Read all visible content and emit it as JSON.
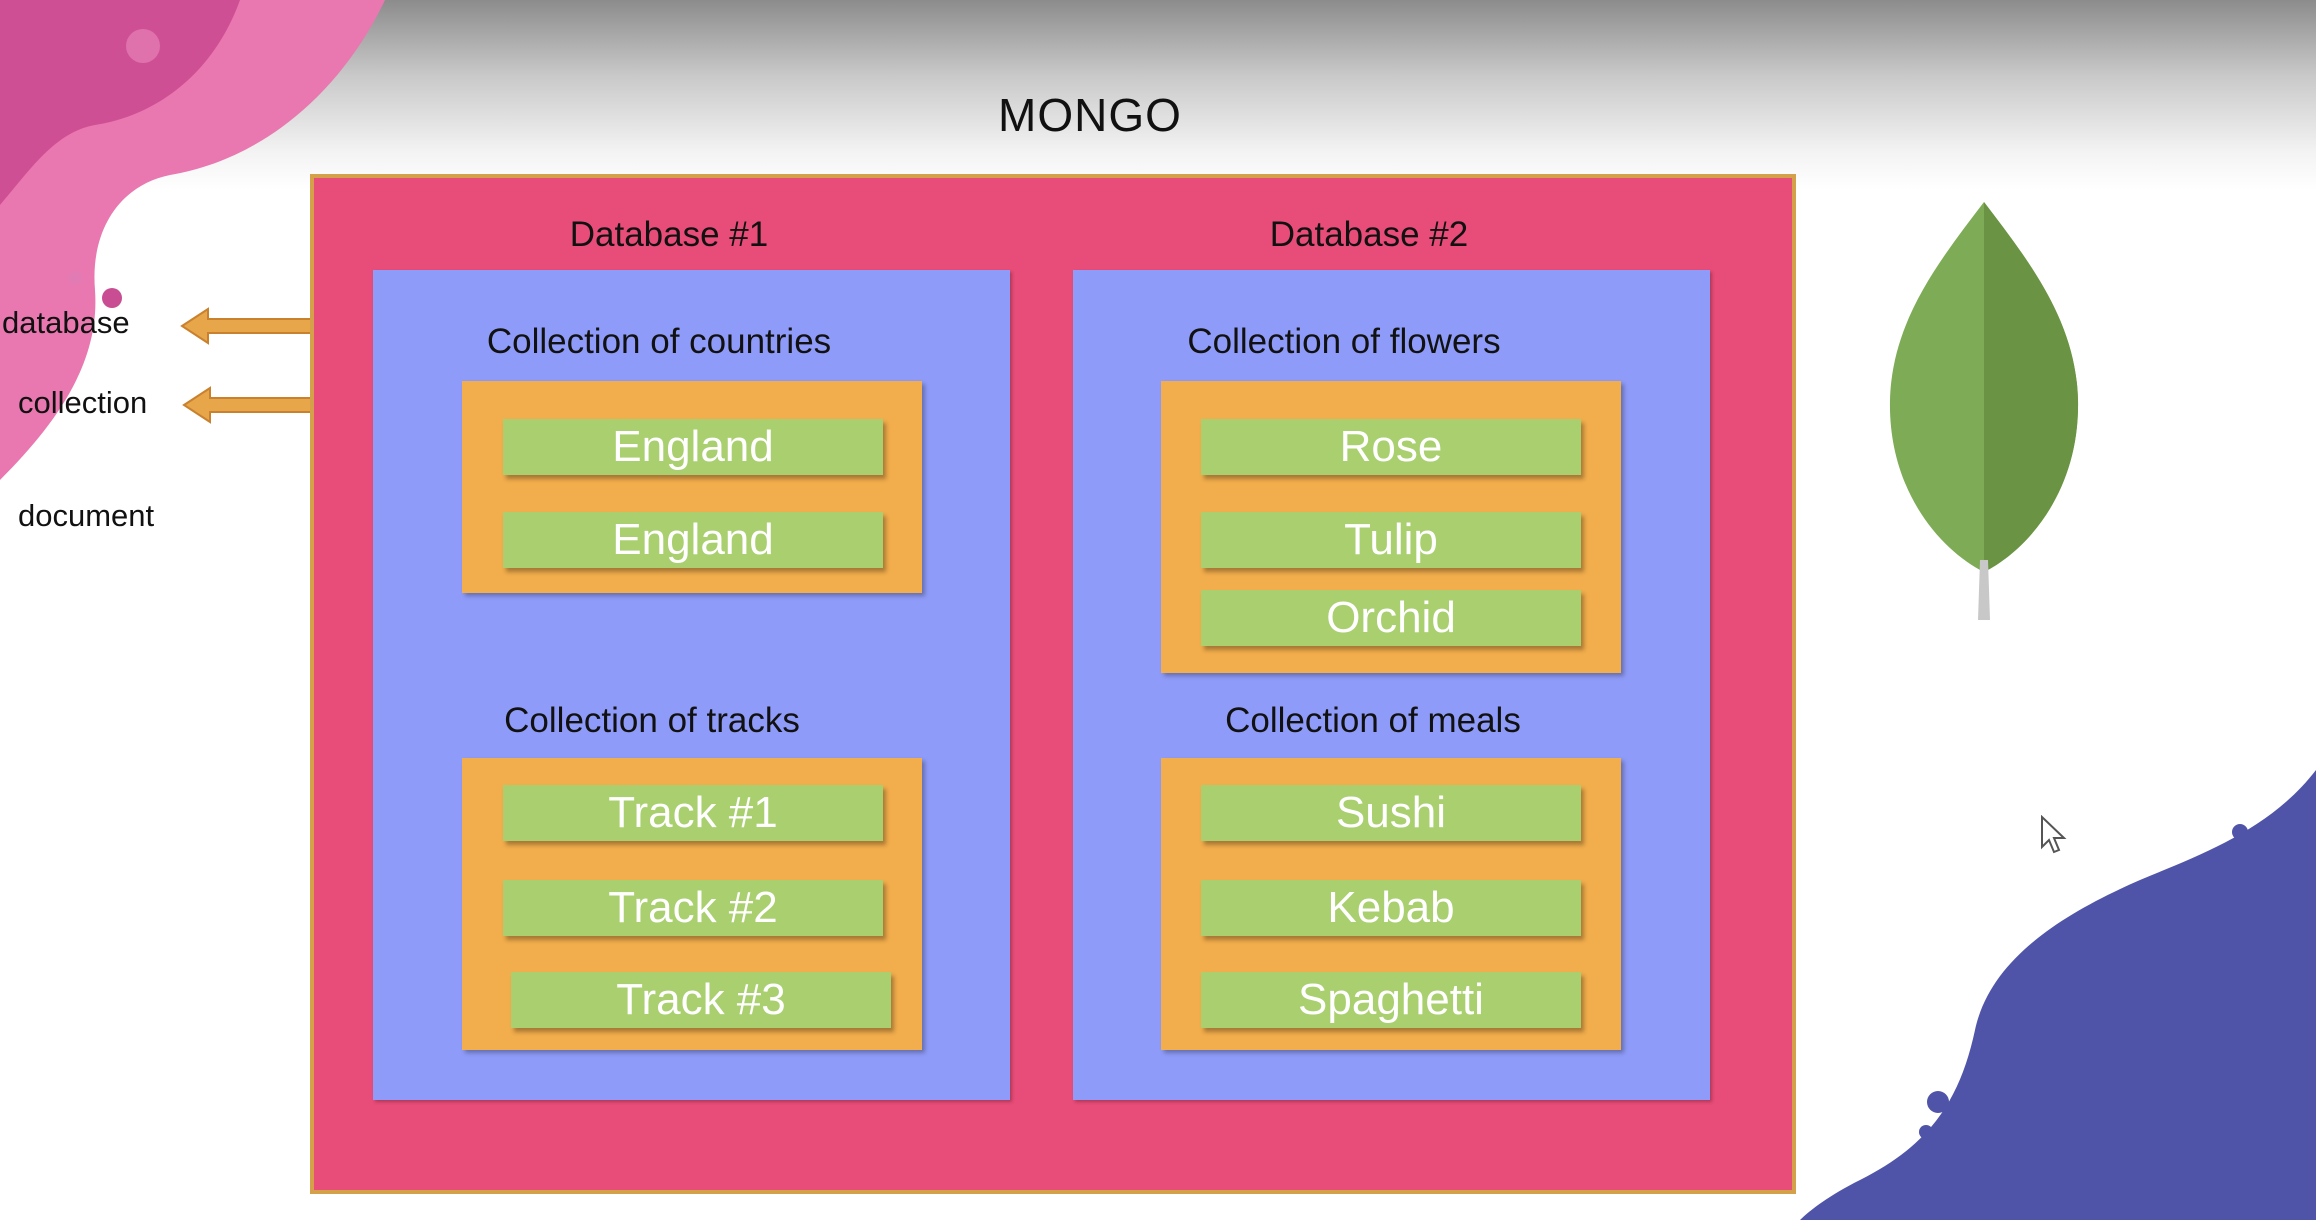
{
  "title": "MONGO",
  "side_labels": {
    "database": "database",
    "collection": "collection",
    "document": "document"
  },
  "databases": [
    {
      "name": "Database #1",
      "collections": [
        {
          "name": "Collection of countries",
          "documents": [
            "England",
            "England"
          ]
        },
        {
          "name": "Collection of tracks",
          "documents": [
            "Track #1",
            "Track #2",
            "Track #3"
          ]
        }
      ]
    },
    {
      "name": "Database #2",
      "collections": [
        {
          "name": "Collection of flowers",
          "documents": [
            "Rose",
            "Tulip",
            "Orchid"
          ]
        },
        {
          "name": "Collection of meals",
          "documents": [
            "Sushi",
            "Kebab",
            "Spaghetti"
          ]
        }
      ]
    }
  ],
  "colors": {
    "outer": "#e84c78",
    "database": "#8e9bf8",
    "collection": "#f2ad4c",
    "document": "#a9cf6f",
    "arrow": "#e8a64a"
  },
  "icons": {
    "logo": "mongodb-leaf-icon",
    "arrow": "left-arrow-icon",
    "cursor": "mouse-pointer-icon"
  }
}
